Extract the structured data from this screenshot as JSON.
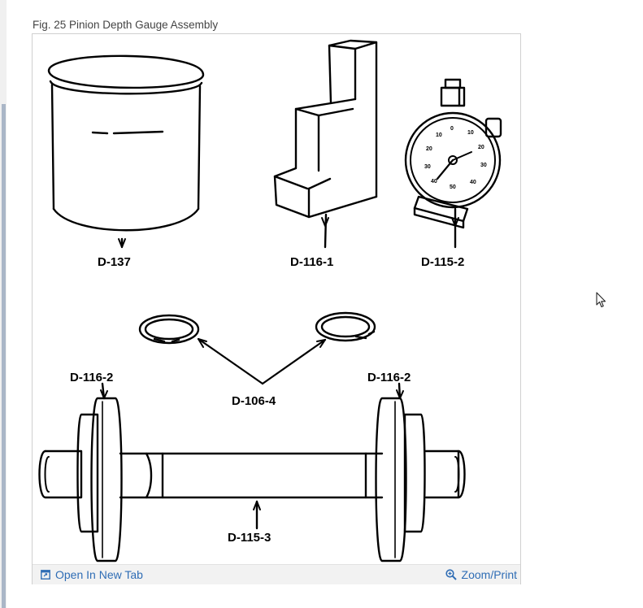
{
  "caption": "Fig. 25 Pinion Depth Gauge Assembly",
  "parts": {
    "d137": "D-137",
    "d116_1": "D-116-1",
    "d115_2": "D-115-2",
    "d116_2_left": "D-116-2",
    "d116_2_right": "D-116-2",
    "d106_4": "D-106-4",
    "d115_3": "D-115-3"
  },
  "gauge_dial": [
    "0",
    "10",
    "20",
    "30",
    "40",
    "50",
    "40",
    "30",
    "20",
    "10"
  ],
  "toolbar": {
    "open_new_tab": "Open In New Tab",
    "zoom_print": "Zoom/Print"
  },
  "icons": {
    "open_tab": "external-window-icon",
    "zoom": "magnifier-plus-icon",
    "cursor": "mouse-pointer-icon"
  },
  "colors": {
    "link": "#2f6db5",
    "toolbar_bg": "#f2f2f2",
    "caption_text": "#444444"
  }
}
